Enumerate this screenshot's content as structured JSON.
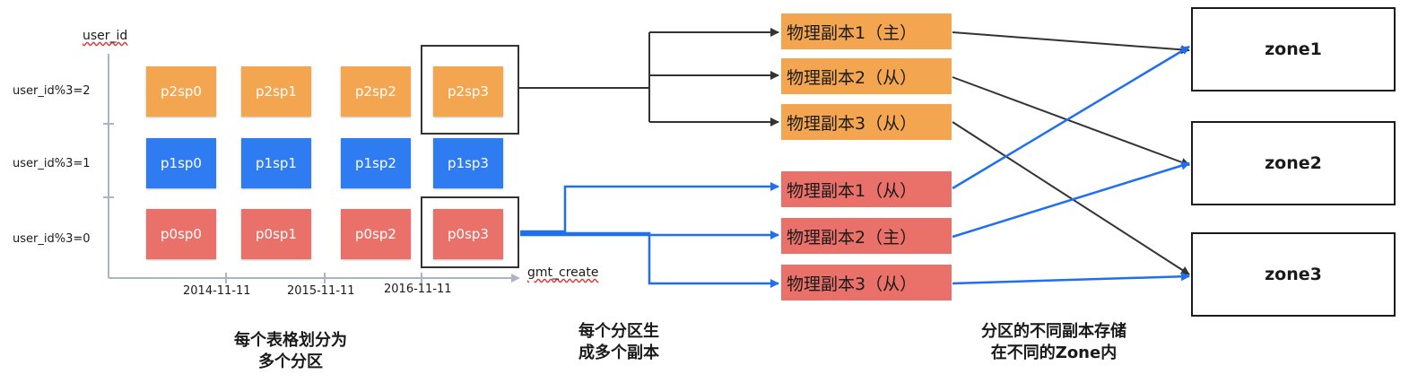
{
  "axes": {
    "y_label": "user_id",
    "x_label": "gmt_create"
  },
  "row_labels": [
    "user_id%3=2",
    "user_id%3=1",
    "user_id%3=0"
  ],
  "dates": [
    "2014-11-11",
    "2015-11-11",
    "2016-11-11"
  ],
  "grid": {
    "row2": [
      "p2sp0",
      "p2sp1",
      "p2sp2",
      "p2sp3"
    ],
    "row1": [
      "p1sp0",
      "p1sp1",
      "p1sp2",
      "p1sp3"
    ],
    "row0": [
      "p0sp0",
      "p0sp1",
      "p0sp2",
      "p0sp3"
    ]
  },
  "replicas_p2sp3": [
    "物理副本1（主）",
    "物理副本2（从）",
    "物理副本3（从）"
  ],
  "replicas_p0sp3": [
    "物理副本1（从）",
    "物理副本2（主）",
    "物理副本3（从）"
  ],
  "zones": [
    "zone1",
    "zone2",
    "zone3"
  ],
  "captions": {
    "left": [
      "每个表格划分为",
      "多个分区"
    ],
    "middle": [
      "每个分区生",
      "成多个副本"
    ],
    "right": [
      "分区的不同副本存储",
      "在不同的Zone内"
    ]
  },
  "colors": {
    "orange": "#f3a64f",
    "blue": "#2f7bf2",
    "red": "#e9716a",
    "line_dark": "#333333",
    "line_blue": "#1f6ff0"
  }
}
